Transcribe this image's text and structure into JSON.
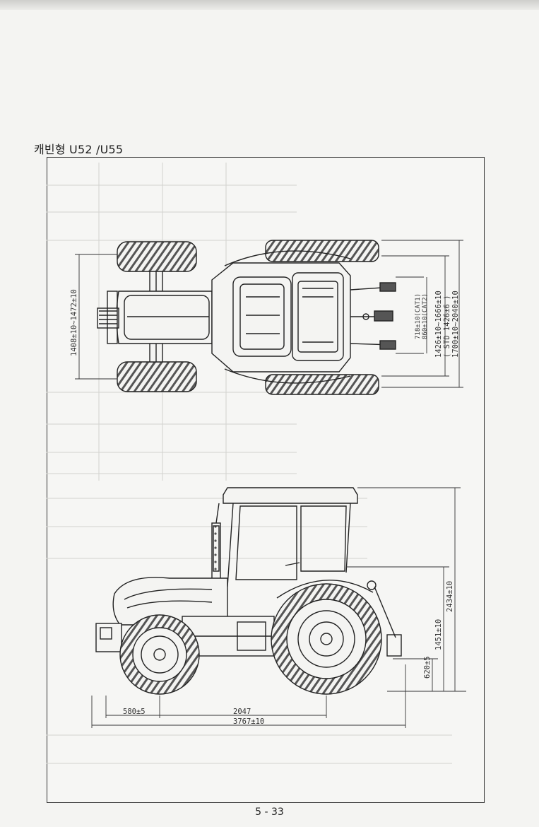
{
  "section_title": "캐빈형 U52 /U55",
  "page_number": "5 - 33",
  "top_view": {
    "track_overall": "1408±10~1472±10",
    "hitch_cat1": "718±10(CAT1)",
    "hitch_cat2": "860±10(CAT2)",
    "width_range": "1426±10~1666±10",
    "width_std": "( STD 1426±6 )",
    "width_max": "1700±10~2040±10"
  },
  "side_view": {
    "front_overhang": "580±5",
    "wheelbase": "2047",
    "overall_length": "3767±10",
    "drawbar_height": "620±5",
    "axle_to_cab_height": "1451±10",
    "overall_height": "2434±10"
  }
}
